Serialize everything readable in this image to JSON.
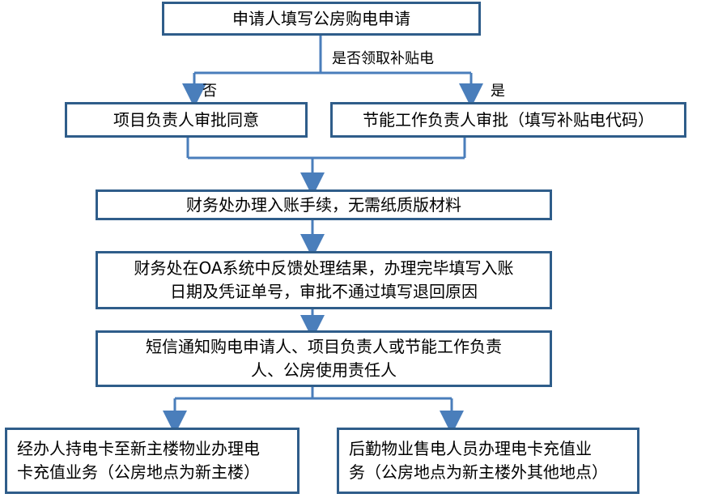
{
  "title": "申请人填写公房购电申请",
  "decision_label": "是否领取补贴电",
  "branch_no_label": "否",
  "branch_yes_label": "是",
  "box_no": "项目负责人审批同意",
  "box_yes": "节能工作负责人审批（填写补贴电代码）",
  "step_finance": "财务处办理入账手续，无需纸质版材料",
  "step_oa_line1": "财务处在OA系统中反馈处理结果，办理完毕填写入账",
  "step_oa_line2": "日期及凭证单号，审批不通过填写退回原因",
  "step_sms_line1": "短信通知购电申请人、项目负责人或节能工作负责",
  "step_sms_line2": "人、公房使用责任人",
  "final_left_line1": "经办人持电卡至新主楼物业办理电",
  "final_left_line2": "卡充值业务（公房地点为新主楼）",
  "final_right_line1": "后勤物业售电人员办理电卡充值业",
  "final_right_line2": "务（公房地点为新主楼外其他地点）",
  "colors": {
    "line": "#4a7ebb",
    "border": "#2f5d8a"
  }
}
